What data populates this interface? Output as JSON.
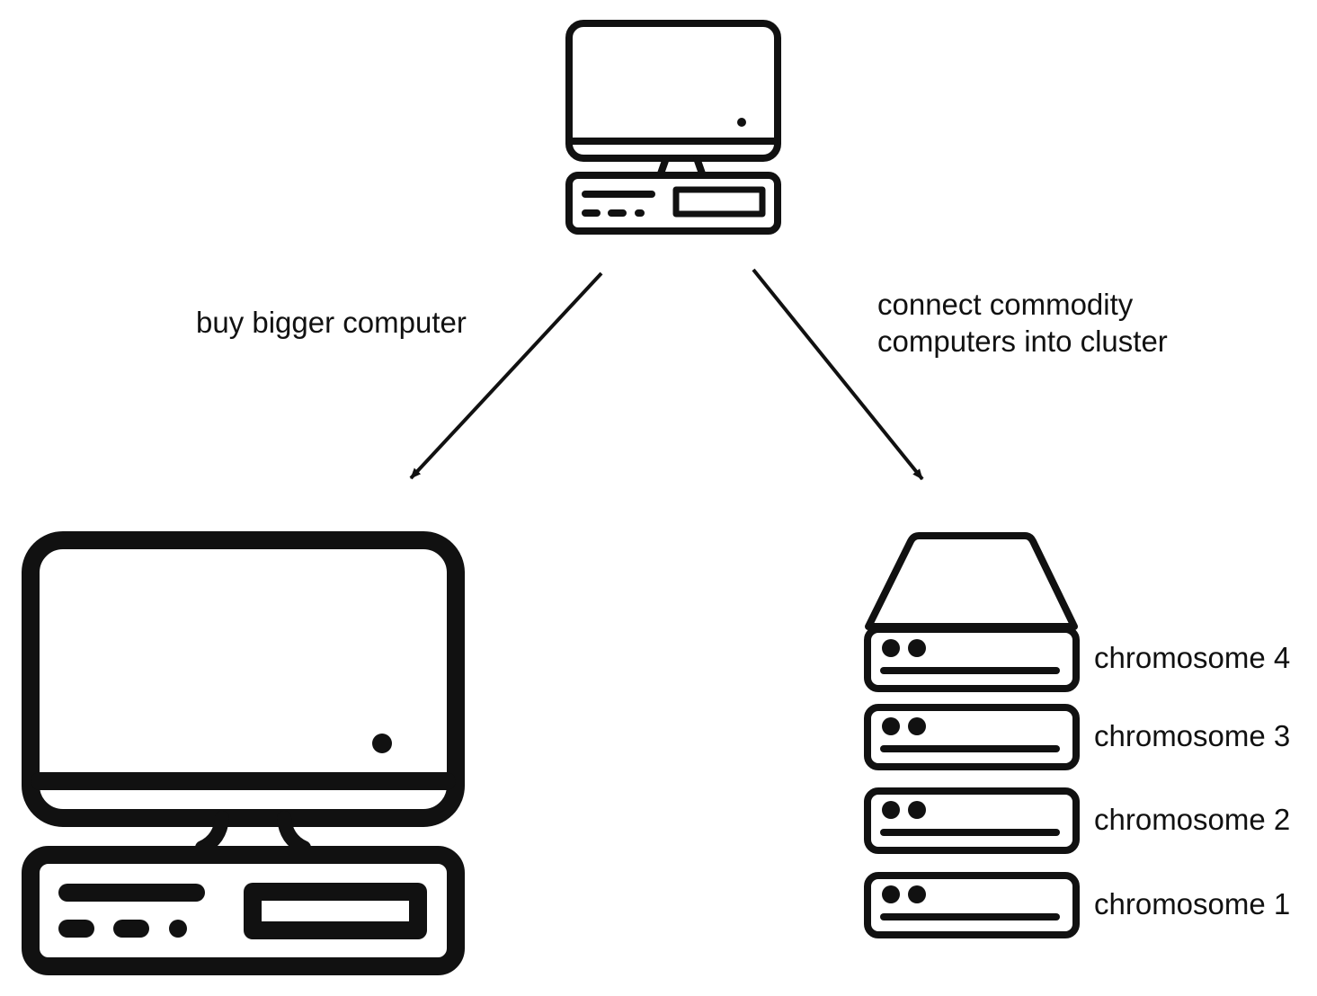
{
  "edges": {
    "scale_up": {
      "label": "buy bigger computer"
    },
    "scale_out": {
      "label_lines": [
        "connect commodity",
        "computers into cluster"
      ]
    }
  },
  "nodes": {
    "source": {
      "icon": "desktop-computer-icon"
    },
    "big_computer": {
      "icon": "desktop-computer-icon"
    },
    "cluster": {
      "icon": "server-stack-icon",
      "servers": [
        {
          "label": "chromosome 4"
        },
        {
          "label": "chromosome 3"
        },
        {
          "label": "chromosome 2"
        },
        {
          "label": "chromosome 1"
        }
      ]
    }
  },
  "colors": {
    "stroke": "#111111",
    "background": "#ffffff"
  }
}
